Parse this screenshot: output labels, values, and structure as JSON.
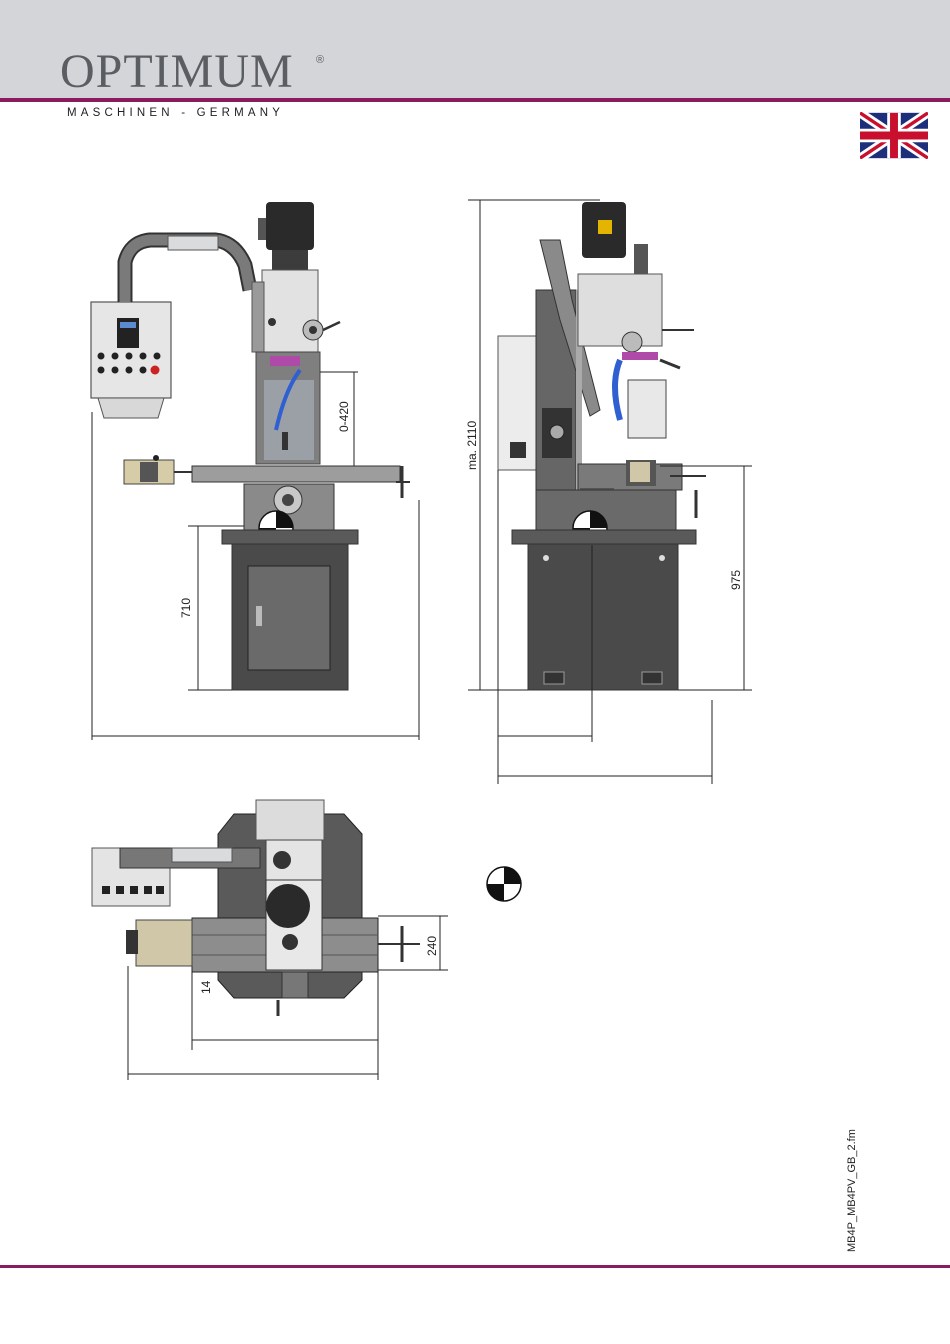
{
  "brand": {
    "name": "OPTIMUM",
    "registered": "®",
    "tagline": "MASCHINEN - GERMANY"
  },
  "language_flag": "uk-flag-icon",
  "dimensions": {
    "head_travel": "0-420",
    "column_height": "710",
    "max_height": "ma. 2110",
    "table_height": "975",
    "table_depth": "240",
    "slot_width": "14"
  },
  "file_code": "MB4P_MB4PV_GB_2.fm",
  "colors": {
    "accent": "#8a1b5e",
    "header_bg": "#d3d5d8",
    "machine_gray": "#6e6e6e",
    "machine_dark": "#3a3a3a"
  }
}
